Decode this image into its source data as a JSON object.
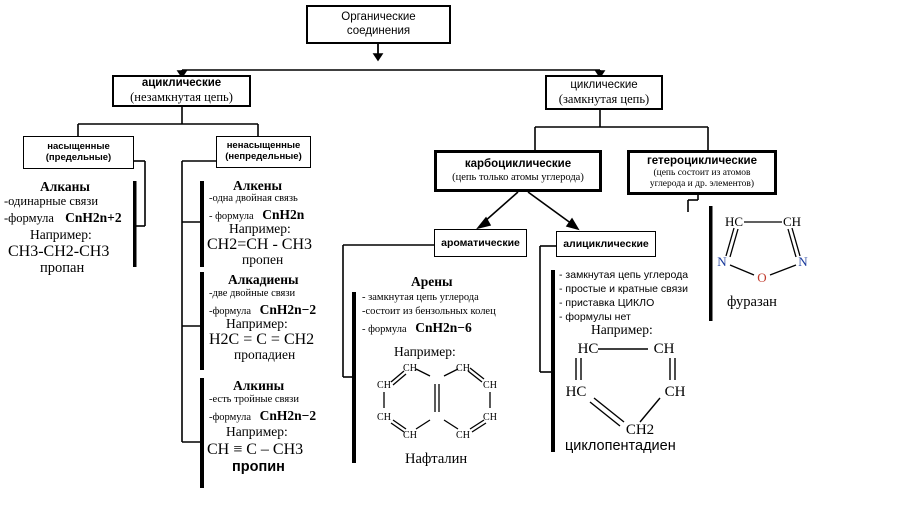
{
  "root": {
    "line1": "Органические",
    "line2": "соединения"
  },
  "acyclic": {
    "line1": "ациклические",
    "line2": "(незамкнутая цепь)"
  },
  "cyclic": {
    "line1": "циклические",
    "line2": "(замкнутая цепь)"
  },
  "saturated": {
    "line1": "насыщенные",
    "line2": "(предельные)"
  },
  "unsaturated": {
    "line1": "ненасыщенные",
    "line2": "(непредельные)"
  },
  "carbocyclic": {
    "line1": "карбоциклические",
    "line2": "(цепь только атомы углерода)"
  },
  "heterocyclic": {
    "line1": "гетероциклические",
    "line2": "(цепь состоит из атомов",
    "line3": "углерода и др. элементов)"
  },
  "aromatic": {
    "label": "ароматические"
  },
  "alicyclic": {
    "label": "алициклические"
  },
  "alkanes": {
    "title": "Алканы",
    "p1": "-одинарные связи",
    "p2": "-формула",
    "formula": "CnH2n+2",
    "example_label": "Например:",
    "example": "CH3-CH2-CH3",
    "name": "пропан"
  },
  "alkenes": {
    "title": "Алкены",
    "p1": "-одна двойная связь",
    "p2": "- формула",
    "formula": "CnH2n",
    "example_label": "Например:",
    "example": "CH2=CH - CH3",
    "name": "пропен"
  },
  "alkadienes": {
    "title": "Алкадиены",
    "p1": "-две двойные связи",
    "p2": "-формула",
    "formula": "CnH2n−2",
    "example_label": "Например:",
    "example": "H2C = C = CH2",
    "name": "пропадиен"
  },
  "alkynes": {
    "title": "Алкины",
    "p1": "-есть тройные связи",
    "p2": "-формула",
    "formula": "CnH2n−2",
    "example_label": "Например:",
    "example": "CH ≡ C – CH3",
    "name": "пропин"
  },
  "arenes": {
    "title": "Арены",
    "p1": "- замкнутая цепь углерода",
    "p2": "-состоит из бензольных колец",
    "p3": "- формула",
    "formula": "CnH2n−6",
    "example_label": "Например:",
    "name": "Нафталин",
    "atom": "CH"
  },
  "alicyclic_info": {
    "p1": "- замкнутая цепь углерода",
    "p2": "- простые и кратные связи",
    "p3": "- приставка ЦИКЛО",
    "p4": "- формулы нет",
    "example_label": "Например:",
    "atoms": {
      "a1": "HC",
      "a2": "CH",
      "a3": "HC",
      "a4": "CH",
      "a5": "CH2"
    },
    "name": "циклопентадиен"
  },
  "furazan": {
    "atoms": {
      "hc": "HC",
      "ch": "CH",
      "n1": "N",
      "n2": "N",
      "o": "O"
    },
    "name": "фуразан"
  }
}
